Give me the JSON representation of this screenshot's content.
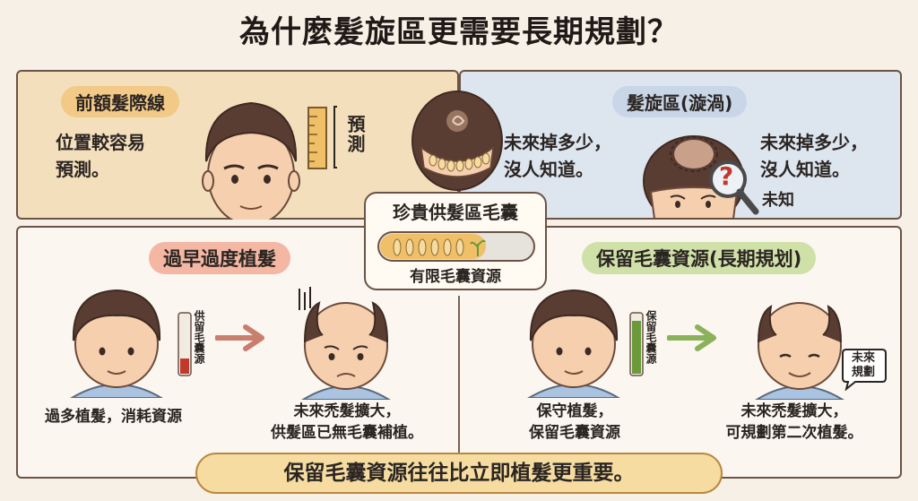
{
  "title": "為什麼髮旋區更需要長期規劃？",
  "colors": {
    "bg": "#f7f0e6",
    "panel_warm": "#f4dfbd",
    "panel_cool": "#dde5ef",
    "red": "#c0392b",
    "green": "#6a9a3a",
    "gold": "#f6dca0"
  },
  "top_left": {
    "heading": "前額髮際線",
    "desc_line1": "位置較容易",
    "desc_line2": "預測。",
    "ruler_label": "預測"
  },
  "top_right": {
    "heading": "髮旋區(漩渦)",
    "left_line1": "未來掉多少，",
    "left_line2": "沒人知道。",
    "right_line1": "未來掉多少，",
    "right_line2": "沒人知道。",
    "unknown_label": "未知",
    "question_mark": "?"
  },
  "center_box": {
    "title": "珍貴供髮區毛囊",
    "subtitle": "有限毛囊資源"
  },
  "bottom_left": {
    "heading": "過早過度植髮",
    "gauge_label": "供留毛囊源",
    "gauge_level": 0.25,
    "caption_left": "過多植髮，消耗資源",
    "caption_right_line1": "未來禿髮擴大，",
    "caption_right_line2": "供髮區已無毛囊補植。"
  },
  "bottom_right": {
    "heading": "保留毛囊資源(長期規划)",
    "gauge_label": "保留毛囊源",
    "gauge_level": 0.9,
    "caption_left_line1": "保守植髮，",
    "caption_left_line2": "保留毛囊資源",
    "caption_right_line1": "未來禿髮擴大，",
    "caption_right_line2": "可規劃第二次植髮。",
    "bubble_line1": "未來",
    "bubble_line2": "規劃"
  },
  "banner": "保留毛囊資源往往比立即植髮更重要。"
}
